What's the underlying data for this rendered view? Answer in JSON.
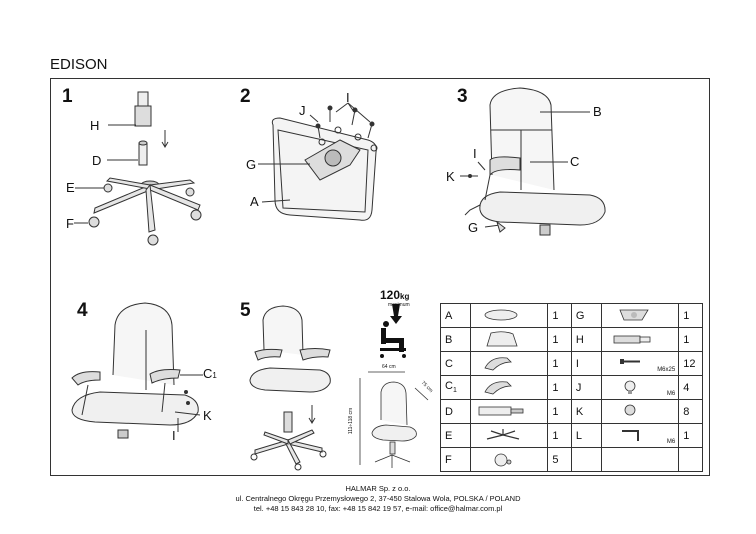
{
  "title": "EDISON",
  "steps": [
    "1",
    "2",
    "3",
    "4",
    "5"
  ],
  "labels": {
    "s1": [
      "H",
      "D",
      "E",
      "F"
    ],
    "s2": [
      "J",
      "I",
      "G",
      "A"
    ],
    "s3": [
      "B",
      "I",
      "C",
      "K",
      "G"
    ],
    "s4": [
      "C",
      "1",
      "K",
      "I"
    ]
  },
  "weight": {
    "value": "120",
    "unit": "kg",
    "note": "maximum"
  },
  "dims": {
    "width": "64 cm",
    "depth": "75 cm",
    "height": "111÷118 cm"
  },
  "parts": [
    {
      "l": "A",
      "q": "1",
      "l2": "G",
      "q2": "1",
      "sub2": ""
    },
    {
      "l": "B",
      "q": "1",
      "l2": "H",
      "q2": "1",
      "sub2": ""
    },
    {
      "l": "C",
      "q": "1",
      "l2": "I",
      "q2": "12",
      "sub2": "M6x25"
    },
    {
      "l": "C",
      "ls": "1",
      "q": "1",
      "l2": "J",
      "q2": "4",
      "sub2": "M6"
    },
    {
      "l": "D",
      "q": "1",
      "l2": "K",
      "q2": "8",
      "sub2": ""
    },
    {
      "l": "E",
      "q": "1",
      "l2": "L",
      "q2": "1",
      "sub2": "M6"
    },
    {
      "l": "F",
      "q": "5",
      "l2": "",
      "q2": "",
      "sub2": ""
    }
  ],
  "footer": {
    "line1": "HALMAR Sp. z o.o.",
    "line2": "ul. Centralnego Okręgu Przemysłowego 2, 37-450 Stalowa Wola, POLSKA / POLAND",
    "line3": "tel. +48 15 843 28 10, fax: +48 15 842 19 57, e-mail: office@halmar.com.pl"
  }
}
